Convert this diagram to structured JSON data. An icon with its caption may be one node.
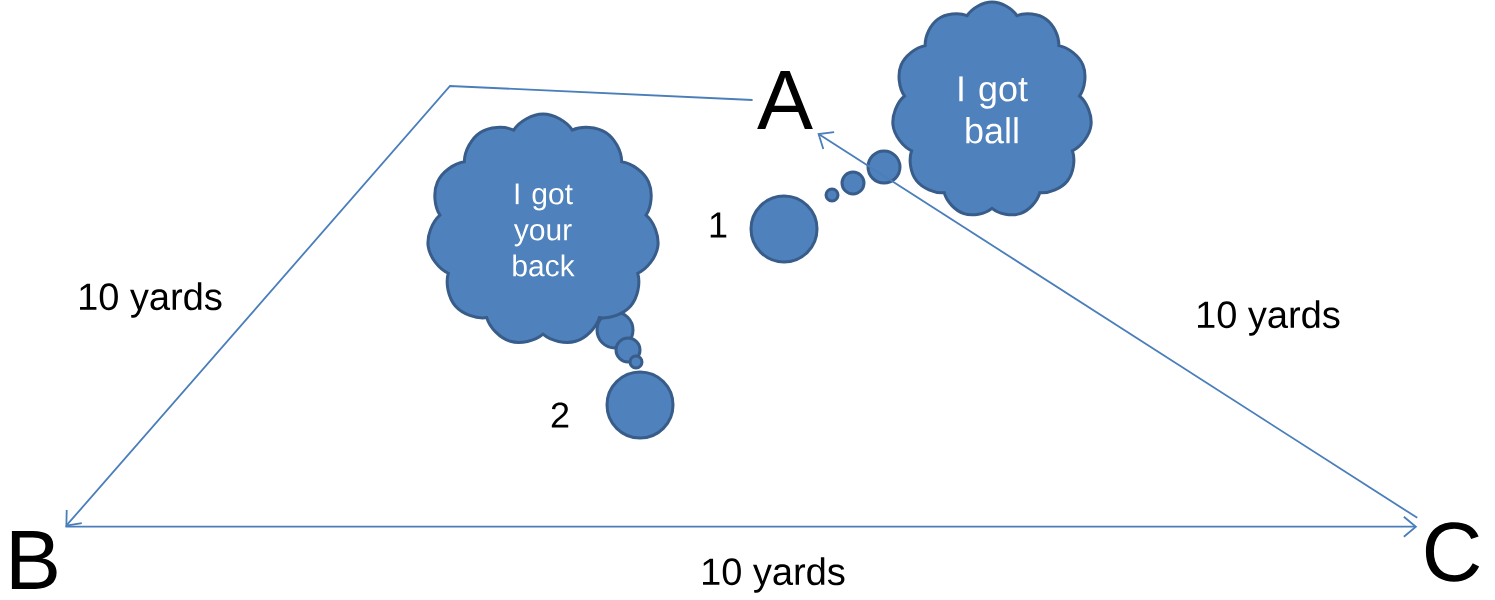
{
  "diagram": {
    "nodes": [
      {
        "text": [
          "A"
        ]
      },
      {
        "text": [
          "I got ball"
        ]
      },
      {
        "text": [
          "I got your back"
        ]
      },
      {
        "text": [],
        "shape": "circle",
        "beside": [
          "1"
        ]
      },
      {
        "text": [],
        "shape": "circle",
        "beside": [
          "2"
        ]
      },
      {
        "text": [
          "B"
        ]
      },
      {
        "text": [
          "C"
        ]
      }
    ],
    "edges": [
      {
        "from": 0,
        "to": 5,
        "arrow": "to",
        "label": "10 yards"
      },
      {
        "from": 5,
        "to": 6,
        "arrow": "to",
        "label": "10 yards"
      },
      {
        "from": 6,
        "to": 0,
        "arrow": "to",
        "label": "10 yards"
      }
    ]
  }
}
